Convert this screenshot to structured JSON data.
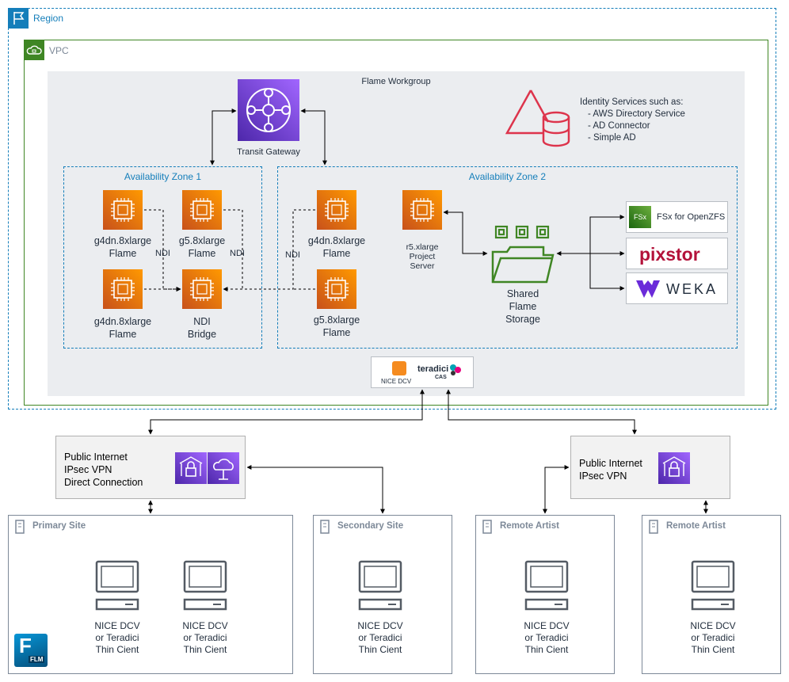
{
  "region": {
    "label": "Region"
  },
  "vpc": {
    "label": "VPC"
  },
  "workgroup": {
    "label": "Flame Workgroup"
  },
  "transit_gateway": {
    "label": "Transit Gateway"
  },
  "identity": {
    "title": "Identity Services such as:",
    "items": [
      "- AWS Directory Service",
      "- AD Connector",
      "- Simple AD"
    ]
  },
  "az1": {
    "label": "Availability Zone 1",
    "n1": [
      "g4dn.8xlarge",
      "Flame"
    ],
    "n2": [
      "g5.8xlarge",
      "Flame"
    ],
    "n3": [
      "g4dn.8xlarge",
      "Flame"
    ],
    "n4": [
      "NDI",
      "Bridge"
    ]
  },
  "az2": {
    "label": "Availability Zone 2",
    "n1": [
      "g4dn.8xlarge",
      "Flame"
    ],
    "n2": [
      "g5.8xlarge",
      "Flame"
    ],
    "server": [
      "r5.xlarge",
      "Project",
      "Server"
    ],
    "storage": [
      "Shared",
      "Flame",
      "Storage"
    ]
  },
  "ndi_label": "NDI",
  "storage_options": {
    "fsx": "FSx for OpenZFS",
    "fsx_icon_text": "FSx",
    "pixstor": "pixstor",
    "weka": "WEKA"
  },
  "protocols": {
    "nice": "NICE DCV",
    "teradici": "teradici",
    "cas": "CAS"
  },
  "net_left": [
    "Public Internet",
    "IPsec VPN",
    "Direct Connection"
  ],
  "net_right": [
    "Public Internet",
    "IPsec VPN"
  ],
  "sites": {
    "primary": "Primary Site",
    "secondary": "Secondary Site",
    "remote1": "Remote Artist",
    "remote2": "Remote Artist"
  },
  "client": [
    "NICE DCV",
    "or Teradici",
    "Thin Cient"
  ],
  "flm_badge": {
    "letter": "F",
    "text": "FLM"
  },
  "colors": {
    "region": "#147eba",
    "vpc": "#3f8624",
    "ec2": "#ff9900",
    "network": "#8c4fff",
    "storage": "#3f8624"
  }
}
